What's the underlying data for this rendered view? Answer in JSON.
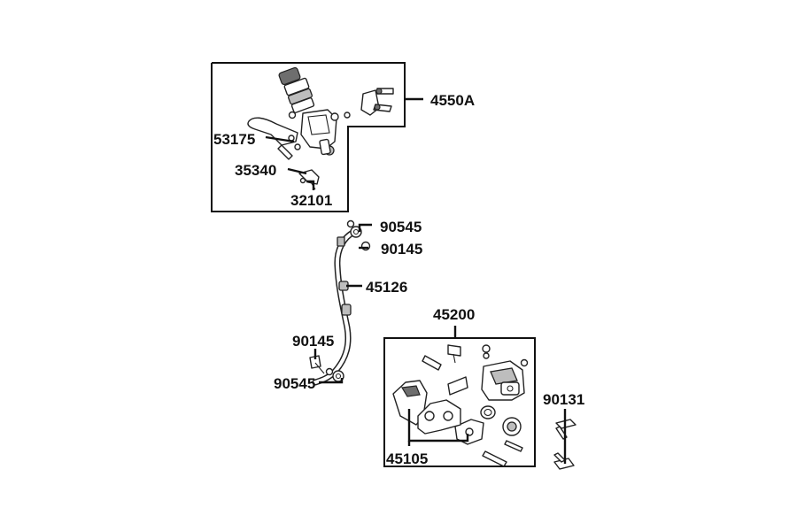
{
  "callouts": {
    "master_cylinder_assy": "4550A",
    "brake_lever": "53175",
    "lever_pivot": "35340",
    "switch": "32101",
    "bolt_upper": "90545",
    "washer_upper": "90145",
    "brake_hose": "45126",
    "caliper_assy": "45200",
    "washer_lower": "90145",
    "bolt_lower": "90545",
    "caliper_bolt": "90131",
    "brake_pads": "45105"
  }
}
